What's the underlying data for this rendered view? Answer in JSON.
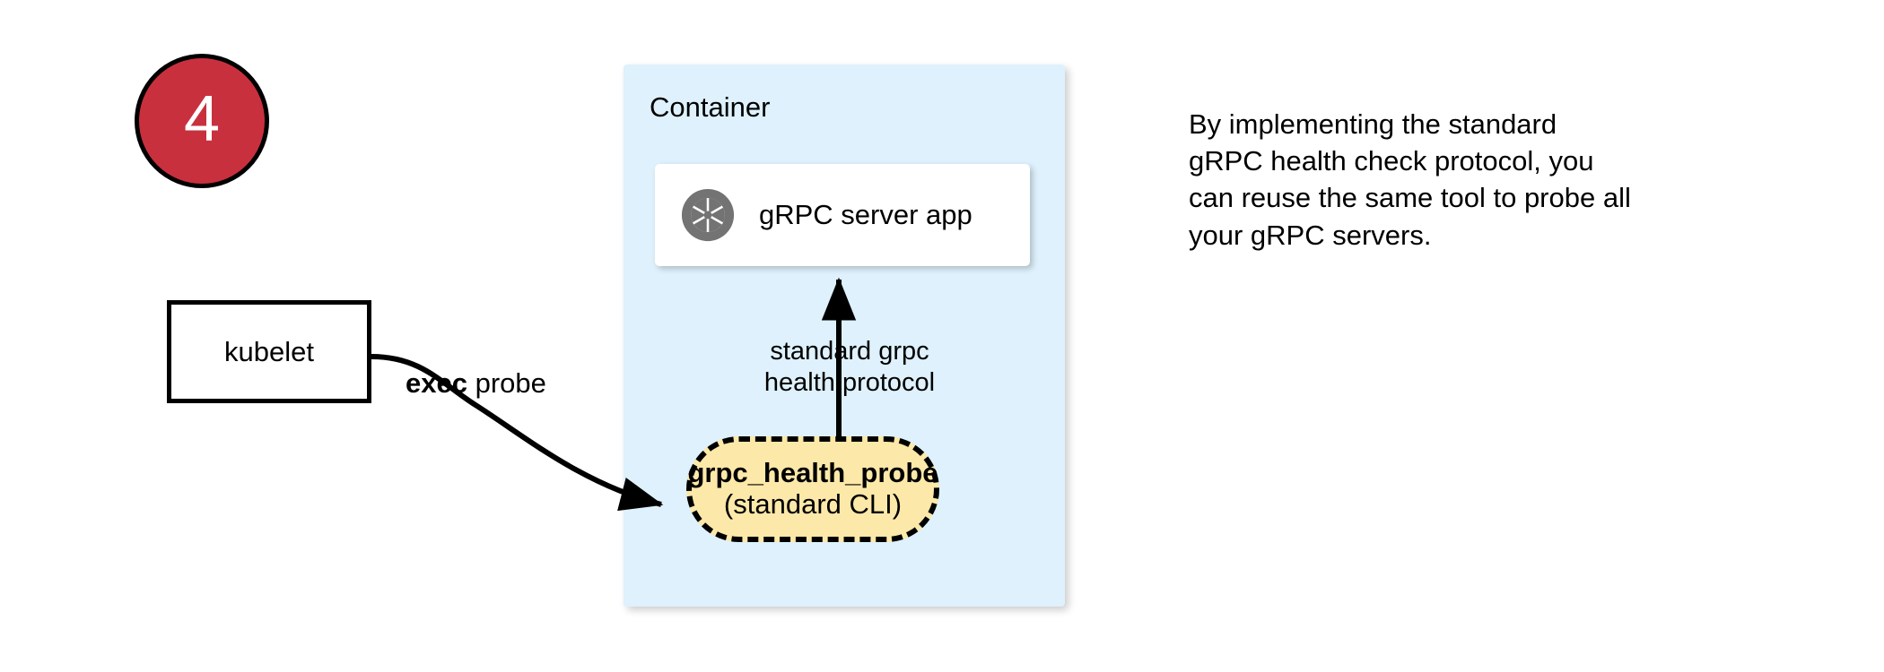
{
  "colors": {
    "badge_fill": "#c9303e",
    "badge_text": "#ffffff",
    "container_fill": "#def1fc",
    "probe_fill": "#fce8a8",
    "card_fill": "#ffffff",
    "stroke": "#000000",
    "icon_gray": "#737373",
    "page_background": "#ffffff"
  },
  "step": {
    "number": "4"
  },
  "kubelet": {
    "label": "kubelet"
  },
  "exec_edge": {
    "keyword": "exec",
    "rest": " probe"
  },
  "container": {
    "title": "Container",
    "server_app": {
      "label": "gRPC server app",
      "icon": "grpc-aperture-icon"
    },
    "protocol_edge": {
      "line1": "standard grpc",
      "line2": "health protocol"
    },
    "health_probe": {
      "title": "grpc_health_probe",
      "subtitle": "(standard CLI)"
    }
  },
  "note": {
    "line1": "By implementing the standard",
    "line2": "gRPC health check protocol, you",
    "line3": "can reuse the same tool to probe all",
    "line4": "your gRPC servers."
  }
}
